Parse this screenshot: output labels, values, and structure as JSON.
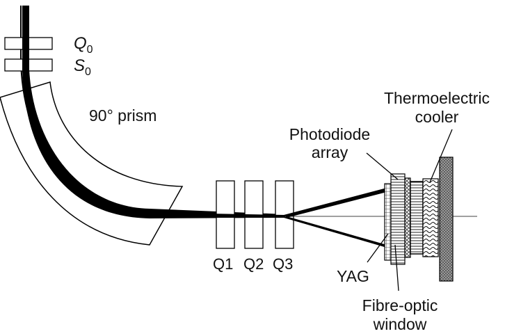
{
  "labels": {
    "q0_letter": "Q",
    "q0_sub": "0",
    "s0_letter": "S",
    "s0_sub": "0",
    "prism": "90° prism",
    "q1": "Q1",
    "q2": "Q2",
    "q3": "Q3",
    "photodiode_line1": "Photodiode",
    "photodiode_line2": "array",
    "thermo_line1": "Thermoelectric",
    "thermo_line2": "cooler",
    "yag": "YAG",
    "fibre_line1": "Fibre-optic",
    "fibre_line2": "window"
  }
}
